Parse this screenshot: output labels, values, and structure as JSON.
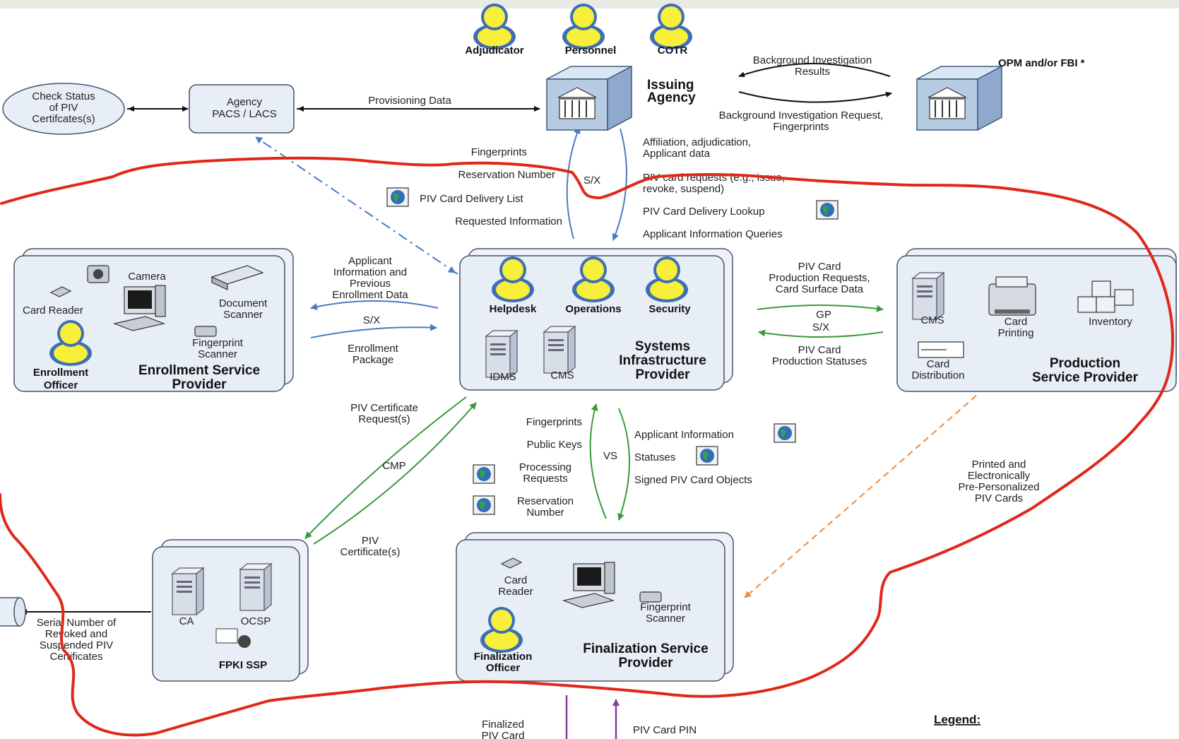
{
  "roles": {
    "adjudicator": "Adjudicator",
    "personnel": "Personnel",
    "cotr": "COTR",
    "helpdesk": "Helpdesk",
    "operations": "Operations",
    "security": "Security",
    "enrollment_officer": [
      "Enrollment",
      "Officer"
    ],
    "finalization_officer": [
      "Finalization",
      "Officer"
    ]
  },
  "entities": {
    "issuing_agency": [
      "Issuing",
      "Agency"
    ],
    "opm_fbi": "OPM and/or FBI *",
    "pacs_lacs": [
      "Agency",
      "PACS / LACS"
    ],
    "check_status": [
      "Check Status",
      "of PIV",
      "Certifcates(s)"
    ],
    "systems_provider": [
      "Systems",
      "Infrastructure",
      "Provider"
    ],
    "enrollment_provider": [
      "Enrollment Service",
      "Provider"
    ],
    "production_provider": [
      "Production",
      "Service Provider"
    ],
    "fpki": "FPKI SSP",
    "finalization_provider": [
      "Finalization Service",
      "Provider"
    ]
  },
  "components": {
    "camera": "Camera",
    "card_reader": "Card Reader",
    "document_scanner": [
      "Document",
      "Scanner"
    ],
    "fingerprint_scanner": [
      "Fingerprint",
      "Scanner"
    ],
    "idms": "IDMS",
    "cms": "CMS",
    "prod_cms": "CMS",
    "card_printing": [
      "Card",
      "Printing"
    ],
    "inventory": "Inventory",
    "card_distribution": [
      "Card",
      "Distribution"
    ],
    "ca": "CA",
    "ocsp": "OCSP",
    "final_card_reader": [
      "Card",
      "Reader"
    ],
    "final_fingerprint_scanner": [
      "Fingerprint",
      "Scanner"
    ]
  },
  "flows": {
    "bi_results": [
      "Background Investigation",
      "Results"
    ],
    "bi_request": [
      "Background Investigation Request,",
      "Fingerprints"
    ],
    "provisioning": "Provisioning Data",
    "fingerprints_up": "Fingerprints",
    "reservation_number": "Reservation Number",
    "delivery_list": "PIV Card Delivery List",
    "requested_info": "Requested Information",
    "sx_top": "S/X",
    "affiliation": [
      "Affiliation, adjudication,",
      "Applicant data"
    ],
    "card_requests": [
      "PIV card requests (e.g., issue,",
      "revoke, suspend)"
    ],
    "delivery_lookup": "PIV Card Delivery Lookup",
    "applicant_queries": "Applicant Information Queries",
    "applicant_prev": [
      "Applicant",
      "Information and",
      "Previous",
      "Enrollment Data"
    ],
    "sx_left": "S/X",
    "enrollment_package": [
      "Enrollment",
      "Package"
    ],
    "prod_requests": [
      "PIV Card",
      "Production Requests,",
      "Card Surface Data"
    ],
    "gp_sx": [
      "GP",
      "S/X"
    ],
    "prod_statuses": [
      "PIV Card",
      "Production Statuses"
    ],
    "cert_requests": [
      "PIV Certificate",
      "Request(s)"
    ],
    "cmp": "CMP",
    "piv_certs": [
      "PIV",
      "Certificate(s)"
    ],
    "fingerprints_down": "Fingerprints",
    "public_keys": "Public Keys",
    "vs": "VS",
    "processing_requests": [
      "Processing",
      "Requests"
    ],
    "reservation_number_2": [
      "Reservation",
      "Number"
    ],
    "applicant_info": "Applicant Information",
    "statuses": "Statuses",
    "signed_objects": "Signed PIV Card Objects",
    "printed_cards": [
      "Printed and",
      "Electronically",
      "Pre-Personalized",
      "PIV Cards"
    ],
    "serial_numbers": [
      "Serial Number of",
      "Revoked and",
      "Suspended PIV",
      "Certificates"
    ],
    "finalized_card": [
      "Finalized",
      "PIV Card"
    ],
    "card_pin": "PIV Card PIN"
  },
  "legend": "Legend:",
  "colors": {
    "boundary": "#e0281a",
    "green_flow": "#3a9a3a",
    "blue_flow": "#4a7cc0",
    "orange_flow": "#f08a3c",
    "purple_flow": "#8a3c9a",
    "panel": "#e8eef6",
    "person_yellow": "#f7ef3a",
    "person_blue": "#3d6fb6"
  }
}
